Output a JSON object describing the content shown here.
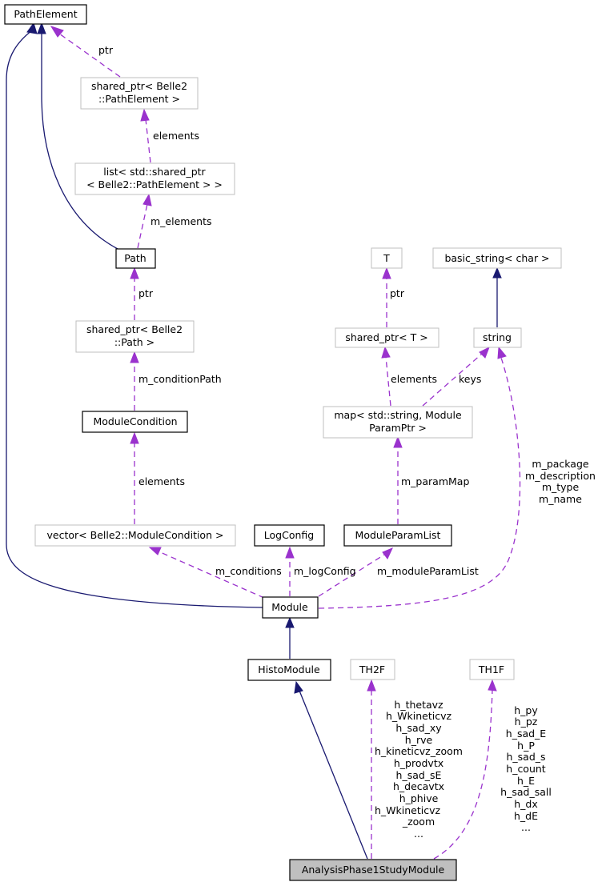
{
  "nodes": {
    "path_element": "PathElement",
    "sp_pathelement_1": "shared_ptr< Belle2",
    "sp_pathelement_2": "::PathElement >",
    "list_1": "list< std::shared_ptr",
    "list_2": "< Belle2::PathElement > >",
    "path": "Path",
    "sp_path_1": "shared_ptr< Belle2",
    "sp_path_2": "::Path >",
    "module_condition": "ModuleCondition",
    "vector": "vector< Belle2::ModuleCondition >",
    "t": "T",
    "sp_t": "shared_ptr< T >",
    "basic_string": "basic_string< char >",
    "string": "string",
    "map_1": "map< std::string, Module",
    "map_2": "ParamPtr >",
    "log_config": "LogConfig",
    "module_param_list": "ModuleParamList",
    "module": "Module",
    "histo_module": "HistoModule",
    "th2f": "TH2F",
    "th1f": "TH1F",
    "analysis": "AnalysisPhase1StudyModule"
  },
  "edges": {
    "ptr": "ptr",
    "elements": "elements",
    "m_elements": "m_elements",
    "ptr2": "ptr",
    "m_conditionPath": "m_conditionPath",
    "elements2": "elements",
    "ptr3": "ptr",
    "elements3": "elements",
    "keys": "keys",
    "m_paramMap": "m_paramMap",
    "m_conditions": "m_conditions",
    "m_logConfig": "m_logConfig",
    "m_moduleParamList": "m_moduleParamList",
    "string_members": [
      "m_package",
      "m_description",
      "m_type",
      "m_name"
    ],
    "th2f_members": [
      "h_thetavz",
      "h_Wkineticvz",
      "h_sad_xy",
      "h_rve",
      "h_kineticvz_zoom",
      "h_prodvtx",
      "h_sad_sE",
      "h_decavtx",
      "h_phive",
      "h_Wkineticvz",
      "_zoom",
      "..."
    ],
    "th1f_members": [
      "h_py",
      "h_pz",
      "h_sad_E",
      "h_P",
      "h_sad_s",
      "h_count",
      "h_E",
      "h_sad_sall",
      "h_dx",
      "h_dE",
      "..."
    ]
  },
  "colors": {
    "inheritance": "#191970",
    "usage": "#9a32cd",
    "highlight": "#bfbfbf"
  }
}
